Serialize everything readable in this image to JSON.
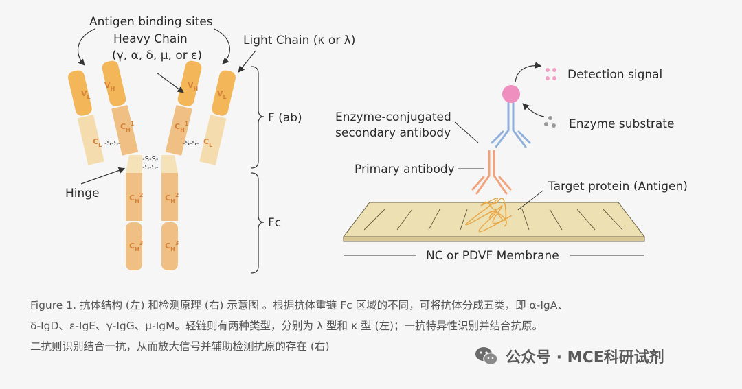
{
  "labels": {
    "antigen_binding_sites": "Antigen binding sites",
    "heavy_chain": "Heavy Chain",
    "heavy_chain_types": "(γ, α, δ, μ, or ε)",
    "light_chain": "Light Chain (κ or λ)",
    "fab": "F (ab)",
    "fc": "Fc",
    "hinge": "Hinge",
    "disulfide": "-S-S-",
    "vl": "V",
    "vl_sub": "L",
    "vh": "V",
    "vh_sub": "H",
    "cl": "C",
    "cl_sub": "L",
    "ch1": "C",
    "ch1_sub": "H",
    "ch1_sup": "1",
    "ch2": "C",
    "ch2_sub": "H",
    "ch2_sup": "2",
    "ch3": "C",
    "ch3_sub": "H",
    "ch3_sup": "3",
    "detection_signal": "Detection signal",
    "enzyme_substrate": "Enzyme substrate",
    "secondary_antibody_line1": "Enzyme-conjugated",
    "secondary_antibody_line2": "secondary antibody",
    "primary_antibody": "Primary antibody",
    "target_protein": "Target protein (Antigen)",
    "membrane": "NC or PDVF Membrane"
  },
  "caption": {
    "line1": "Figure 1. 抗体结构 (左) 和检测原理 (右) 示意图 。根据抗体重链 Fc 区域的不同，可将抗体分成五类，即 α-IgA、",
    "line2": "δ-IgD、ε-IgE、γ-IgG、μ-IgM。轻链则有两种类型，分别为 λ 型和 κ 型 (左)；一抗特异性识别并结合抗原。",
    "line3": "二抗则识别结合一抗，从而放大信号并辅助检测抗原的存在 (右)"
  },
  "watermark": {
    "text": "公众号 · MCE科研试剂",
    "icon": "wechat-icon"
  },
  "colors": {
    "variable": "#f3b659",
    "constant_heavy": "#f0bf83",
    "constant_light": "#f5dcae",
    "hinge": "#f5e2b8",
    "domain_text": "#d4823a",
    "membrane_fill": "#ede0b2",
    "membrane_edge": "#6b6248",
    "secondary_antibody": "#8fb0dc",
    "primary_antibody": "#f1a37d",
    "enzyme": "#ee8fc0",
    "signal_dots": "#f2a0c4",
    "substrate_dots": "#999999",
    "antigen": "#e8a84a"
  }
}
